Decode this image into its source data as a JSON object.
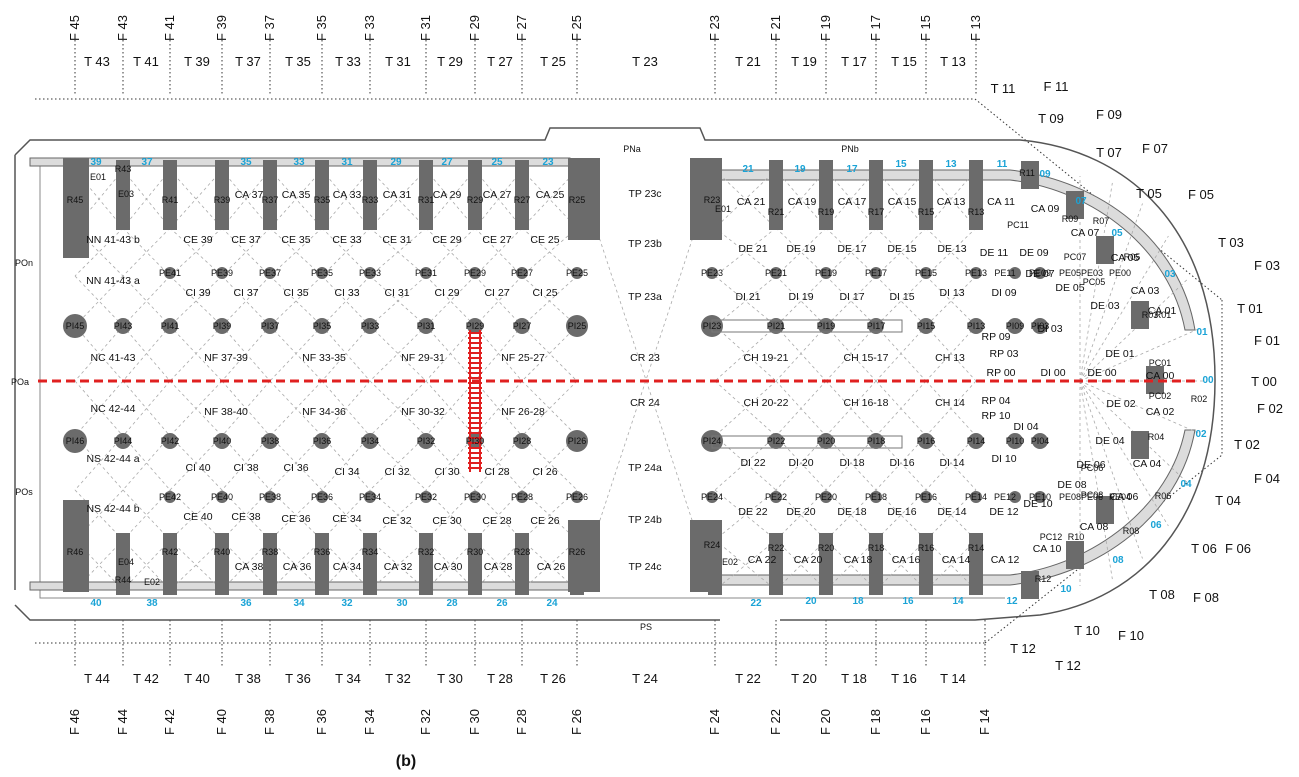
{
  "caption": "(b)",
  "colors": {
    "pier": "#6b6b6b",
    "axis": "#e02020",
    "bay_numbers": "#1aa3d6",
    "lines": "#999999"
  },
  "top_axes": [
    "F 45",
    "F 43",
    "F 41",
    "F 39",
    "F 37",
    "F 35",
    "F 33",
    "F 31",
    "F 29",
    "F 27",
    "F 25",
    "F 23",
    "F 21",
    "F 19",
    "F 17",
    "F 15",
    "F 13"
  ],
  "top_bays": [
    "T 43",
    "T 41",
    "T 39",
    "T 37",
    "T 35",
    "T 33",
    "T 31",
    "T 29",
    "T 27",
    "T 25",
    "T 23",
    "T 21",
    "T 19",
    "T 17",
    "T 15",
    "T 13"
  ],
  "bottom_axes": [
    "F 46",
    "F 44",
    "F 42",
    "F 40",
    "F 38",
    "F 36",
    "F 34",
    "F 32",
    "F 30",
    "F 28",
    "F 26",
    "F 24",
    "F 22",
    "F 20",
    "F 18",
    "F 16",
    "F 14"
  ],
  "bottom_bays": [
    "T 44",
    "T 42",
    "T 40",
    "T 38",
    "T 36",
    "T 34",
    "T 32",
    "T 30",
    "T 28",
    "T 26",
    "T 24",
    "T 22",
    "T 20",
    "T 18",
    "T 16",
    "T 14"
  ],
  "apse_labels": [
    "T 11",
    "F 11",
    "T 09",
    "F 09",
    "T 07",
    "F 07",
    "T 05",
    "F 05",
    "T 03",
    "F 03",
    "T 01",
    "F 01",
    "T 00",
    "F 02",
    "T 02",
    "F 04",
    "T 04",
    "F 06",
    "T 06",
    "F 08",
    "T 08",
    "F 10",
    "T 10",
    "T 12",
    "T 12"
  ],
  "portals": [
    "POn",
    "POa",
    "POs",
    "PNa",
    "PNb",
    "PS"
  ],
  "north_chapels": [
    "CA 37",
    "CA 35",
    "CA 33",
    "CA 31",
    "CA 29",
    "CA 27",
    "CA 25",
    "CA 21",
    "CA 19",
    "CA 17",
    "CA 15",
    "CA 13",
    "CA 11",
    "CA 09",
    "CA 07",
    "CA 05",
    "CA 03",
    "CA 01"
  ],
  "south_chapels": [
    "CA 38",
    "CA 36",
    "CA 34",
    "CA 32",
    "CA 30",
    "CA 28",
    "CA 26",
    "CA 22",
    "CA 20",
    "CA 18",
    "CA 16",
    "CA 14",
    "CA 12",
    "CA 10",
    "CA 08",
    "CA 06",
    "CA 04",
    "CA 02",
    "CA 00"
  ],
  "north_outer_aisle": [
    "NN 41-43 b",
    "CE 39",
    "CE 37",
    "CE 35",
    "CE 33",
    "CE 31",
    "CE 29",
    "CE 27",
    "CE 25",
    "TP 23b",
    "DE 21",
    "DE 19",
    "DE 17",
    "DE 15",
    "DE 13",
    "DE 11",
    "DE 09",
    "DE 07",
    "DE 05",
    "DE 03",
    "DE 01"
  ],
  "north_inner_aisle": [
    "NN 41-43 a",
    "CI 39",
    "CI 37",
    "CI 35",
    "CI 33",
    "CI 31",
    "CI 29",
    "CI 27",
    "CI 25",
    "TP 23a",
    "DI 21",
    "DI 19",
    "DI 17",
    "DI 15",
    "DI 13",
    "DI 09",
    "DI 03"
  ],
  "nave_north": [
    "NC 41-43",
    "NF 37-39",
    "NF 33-35",
    "NF 29-31",
    "NF 25-27",
    "CR 23",
    "CH 19-21",
    "CH 15-17",
    "CH 13",
    "RP 09",
    "RP 03",
    "RP 00",
    "DI 00",
    "DE 00"
  ],
  "nave_south": [
    "NC 42-44",
    "NF 38-40",
    "NF 34-36",
    "NF 30-32",
    "NF 26-28",
    "CR 24",
    "CH 20-22",
    "CH 16-18",
    "CH 14",
    "RP 04",
    "RP 10"
  ],
  "south_inner_aisle": [
    "NS 42-44 a",
    "CI 40",
    "CI 38",
    "CI 36",
    "CI 34",
    "CI 32",
    "CI 30",
    "CI 28",
    "CI 26",
    "TP 24a",
    "DI 22",
    "DI 20",
    "DI 18",
    "DI 16",
    "DI 14",
    "DI 10",
    "DI 04",
    "DE 02"
  ],
  "south_outer_aisle": [
    "NS 42-44 b",
    "CE 40",
    "CE 38",
    "CE 36",
    "CE 34",
    "CE 32",
    "CE 30",
    "CE 28",
    "CE 26",
    "TP 24b",
    "DE 22",
    "DE 20",
    "DE 18",
    "DE 16",
    "DE 14",
    "DE 12",
    "DE 10",
    "DE 08",
    "DE 06",
    "DE 04"
  ],
  "transept": [
    "TP 23c",
    "TP 24c"
  ],
  "stairs": [
    "E01",
    "E03",
    "E04",
    "E02",
    "E01",
    "E02"
  ],
  "pillars_north_row": [
    "PI45",
    "PI43",
    "PI41",
    "PI39",
    "PI37",
    "PI35",
    "PI33",
    "PI31",
    "PI29",
    "PI27",
    "PI25",
    "PI23",
    "PI21",
    "PI19",
    "PI17",
    "PI15",
    "PI13",
    "PI09",
    "PI03"
  ],
  "pillars_south_row": [
    "PI46",
    "PI44",
    "PI42",
    "PI40",
    "PI38",
    "PI36",
    "PI34",
    "PI32",
    "PI30",
    "PI28",
    "PI26",
    "PI24",
    "PI22",
    "PI20",
    "PI18",
    "PI16",
    "PI14",
    "PI10",
    "PI04"
  ],
  "piers_north_row": [
    "PE41",
    "PE39",
    "PE37",
    "PE35",
    "PE33",
    "PE31",
    "PE29",
    "PE27",
    "PE25",
    "PE23",
    "PE21",
    "PE19",
    "PE17",
    "PE15",
    "PE13",
    "PE11",
    "PE09",
    "PE05",
    "PE03",
    "PE00"
  ],
  "piers_south_row": [
    "PE42",
    "PE40",
    "PE38",
    "PE36",
    "PE34",
    "PE32",
    "PE30",
    "PE28",
    "PE26",
    "PE24",
    "PE22",
    "PE20",
    "PE18",
    "PE16",
    "PE14",
    "PE12",
    "PE10",
    "PE08",
    "PE06",
    "PE04"
  ],
  "buttress_north": [
    "R45",
    "R43",
    "R41",
    "R39",
    "R37",
    "R35",
    "R33",
    "R31",
    "R29",
    "R27",
    "R25",
    "R23",
    "R21",
    "R19",
    "R17",
    "R15",
    "R13",
    "R11",
    "R09",
    "R07",
    "R05",
    "R03",
    "R01"
  ],
  "buttress_south": [
    "R46",
    "R44",
    "R42",
    "R40",
    "R38",
    "R36",
    "R34",
    "R32",
    "R30",
    "R28",
    "R26",
    "R24",
    "R22",
    "R20",
    "R18",
    "R16",
    "R14",
    "R12",
    "R10",
    "R08",
    "R06",
    "R04",
    "R02"
  ],
  "chapel_piers": [
    "PC11",
    "PC07",
    "PC05",
    "PC01",
    "PC02",
    "PC06",
    "PC08",
    "PC12"
  ],
  "bay_numbers_north": [
    "39",
    "37",
    "35",
    "33",
    "31",
    "29",
    "27",
    "25",
    "23",
    "21",
    "19",
    "17",
    "15",
    "13",
    "11",
    "09",
    "07",
    "05",
    "03",
    "01",
    "00"
  ],
  "bay_numbers_south": [
    "40",
    "38",
    "36",
    "34",
    "32",
    "30",
    "28",
    "26",
    "24",
    "22",
    "20",
    "18",
    "16",
    "14",
    "12",
    "10",
    "08",
    "06",
    "04",
    "02"
  ]
}
